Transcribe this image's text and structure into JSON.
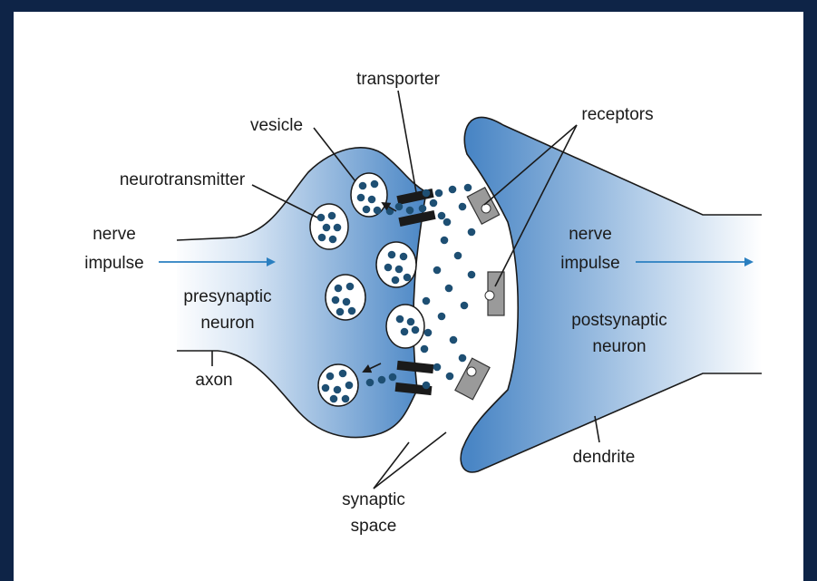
{
  "colors": {
    "frame": "#0e2447",
    "membrane_light": "#ffffff",
    "membrane_dark": "#4a86c5",
    "neurotransmitter": "#1e4f73",
    "impulse_arrow": "#2a7fc0",
    "transporter": "#1a1a1a",
    "receptor": "#9a9a9a"
  },
  "labels": {
    "transporter": "transporter",
    "receptors": "receptors",
    "vesicle": "vesicle",
    "neurotransmitter": "neurotransmitter",
    "nerve_impulse_left_line1": "nerve",
    "nerve_impulse_left_line2": "impulse",
    "presynaptic_line1": "presynaptic",
    "presynaptic_line2": "neuron",
    "axon": "axon",
    "nerve_impulse_right_line1": "nerve",
    "nerve_impulse_right_line2": "impulse",
    "postsynaptic_line1": "postsynaptic",
    "postsynaptic_line2": "neuron",
    "dendrite": "dendrite",
    "synaptic_line1": "synaptic",
    "synaptic_line2": "space"
  }
}
